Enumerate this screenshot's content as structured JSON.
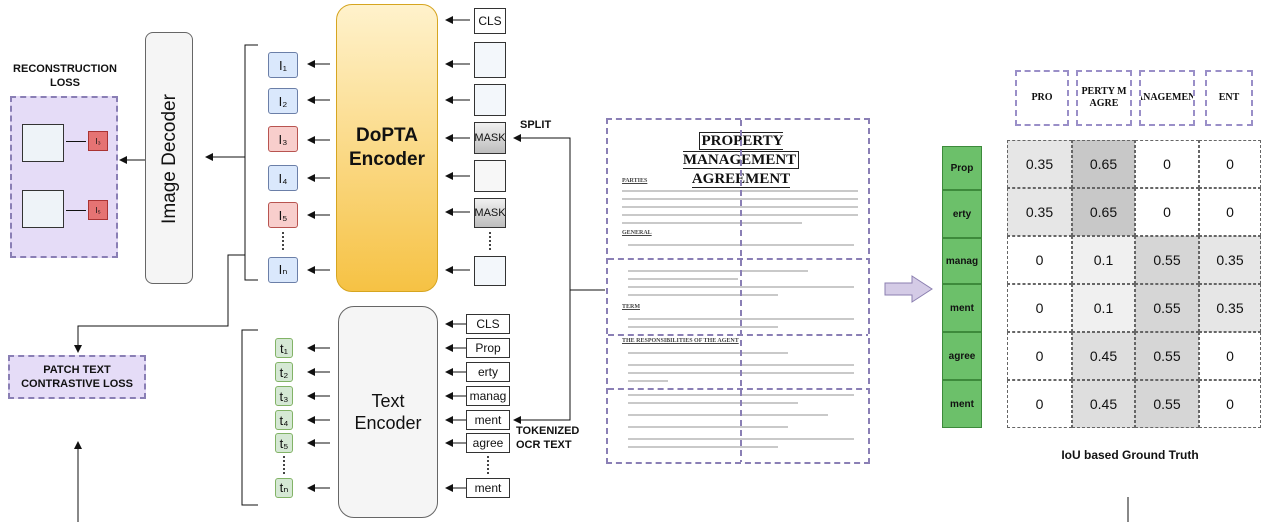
{
  "recon": {
    "title": "RECONSTRUCTION LOSS",
    "thumb_top": "I₃",
    "thumb_bottom": "I₅"
  },
  "decoder": {
    "label": "Image Decoder"
  },
  "contrastive": {
    "label": "PATCH TEXT CONTRASTIVE LOSS"
  },
  "image_tokens": [
    "I₁",
    "I₂",
    "I₃",
    "I₄",
    "I₅",
    "Iₙ"
  ],
  "text_tokens": [
    "t₁",
    "t₂",
    "t₃",
    "t₄",
    "t₅",
    "tₙ"
  ],
  "encoder": {
    "label": "DoPTA Encoder"
  },
  "text_encoder": {
    "label": "Text Encoder"
  },
  "patches": {
    "cls": "CLS",
    "mask": "MASK"
  },
  "ocr_tokens": [
    "CLS",
    "Prop",
    "erty",
    "manag",
    "ment",
    "agree",
    "ment"
  ],
  "annotations": {
    "split": "SPLIT",
    "tokenized": "TOKENIZED OCR TEXT"
  },
  "document": {
    "title_line1": "PROPERTY MANAGEMENT",
    "title_line2": "AGREEMENT",
    "sections": [
      "PARTIES",
      "GENERAL",
      "TERM",
      "THE RESPONSIBILITIES OF THE AGENT"
    ]
  },
  "matrix": {
    "col_headers": [
      "PRO",
      "PERTY M AGRE",
      "IANAGEMENT",
      "ENT"
    ],
    "row_tokens": [
      "Prop",
      "erty",
      "manag",
      "ment",
      "agree",
      "ment"
    ],
    "values": [
      [
        "0.35",
        "0.65",
        "0",
        "0"
      ],
      [
        "0.35",
        "0.65",
        "0",
        "0"
      ],
      [
        "0",
        "0.1",
        "0.55",
        "0.35"
      ],
      [
        "0",
        "0.1",
        "0.55",
        "0.35"
      ],
      [
        "0",
        "0.45",
        "0.55",
        "0"
      ],
      [
        "0",
        "0.45",
        "0.55",
        "0"
      ]
    ],
    "caption": "IoU based Ground Truth"
  },
  "colors": {
    "encoder_top": "#fff2cc",
    "encoder_bottom": "#f6c244",
    "recon_bg": "#e5dcf7",
    "token_green": "#6cc06a"
  }
}
